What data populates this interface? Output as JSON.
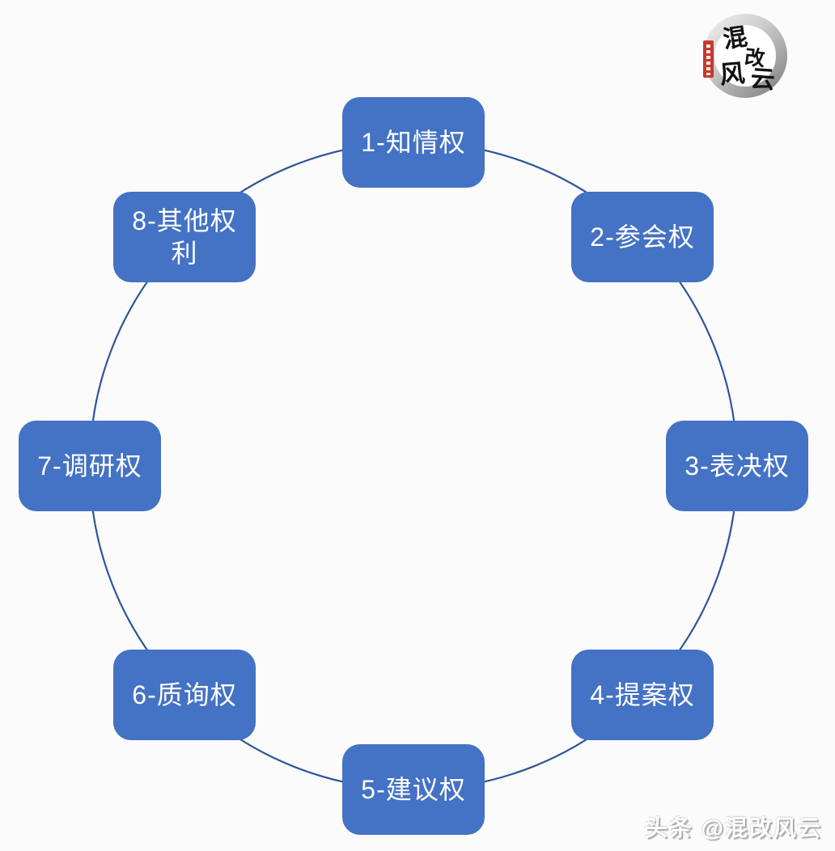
{
  "diagram": {
    "type": "cycle",
    "node_fill_color": "#4472C4",
    "node_text_color": "#FFFFFF",
    "ring_color": "#2F5597",
    "background_color": "#FBFBFC",
    "nodes": [
      {
        "id": "1",
        "label": "1-知情权"
      },
      {
        "id": "2",
        "label": "2-参会权"
      },
      {
        "id": "3",
        "label": "3-表决权"
      },
      {
        "id": "4",
        "label": "4-提案权"
      },
      {
        "id": "5",
        "label": "5-建议权"
      },
      {
        "id": "6",
        "label": "6-质询权"
      },
      {
        "id": "7",
        "label": "7-调研权"
      },
      {
        "id": "8",
        "label": "8-其他权利"
      }
    ]
  },
  "logo": {
    "name": "混改风云",
    "characters": {
      "c1": "混",
      "c2": "改",
      "c3": "风",
      "c4": "云"
    },
    "seal_color": "#C43A2E",
    "ring_color": "#9a9a9a"
  },
  "watermark": {
    "text": "头条 @混改风云"
  }
}
